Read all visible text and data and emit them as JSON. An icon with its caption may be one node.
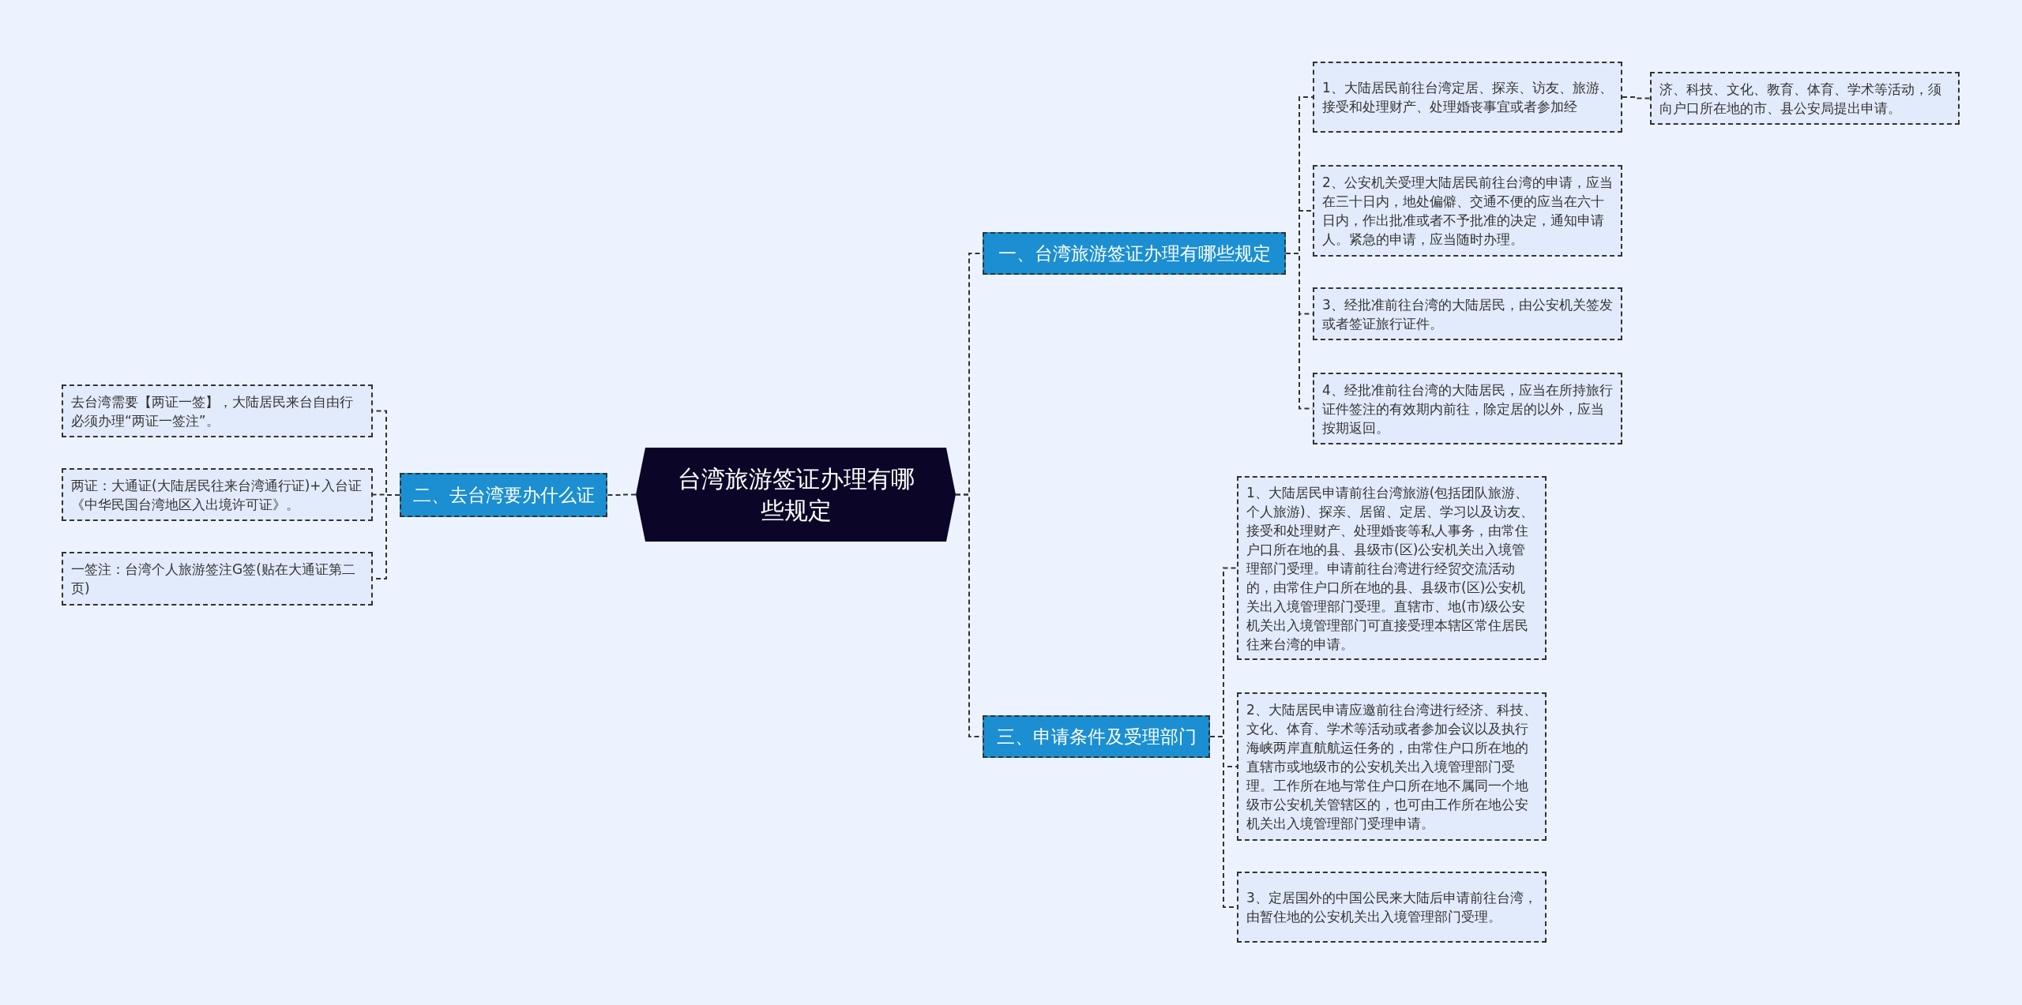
{
  "diagram": {
    "nodes": [
      {
        "text": [
          "台湾旅游签证办理有哪些规定"
        ]
      },
      {
        "text": [
          "一、台湾旅游签证办理有哪些规定"
        ]
      },
      {
        "text": [
          "1、大陆居民前往台湾定居、探亲、访友、旅游、接受和处理财产、处理婚丧事宜或者参加经"
        ]
      },
      {
        "text": [
          "济、科技、文化、教育、体育、学术等活动，须向户口所在地的市、县公安局提出申请。"
        ]
      },
      {
        "text": [
          "2、公安机关受理大陆居民前往台湾的申请，应当在三十日内，地处偏僻、交通不便的应当在六十日内，作出批准或者不予批准的决定，通知申请人。紧急的申请，应当随时办理。"
        ]
      },
      {
        "text": [
          "3、经批准前往台湾的大陆居民，由公安机关签发或者签证旅行证件。"
        ]
      },
      {
        "text": [
          "4、经批准前往台湾的大陆居民，应当在所持旅行证件签注的有效期内前往，除定居的以外，应当按期返回。"
        ]
      },
      {
        "text": [
          "二、去台湾要办什么证"
        ]
      },
      {
        "text": [
          "去台湾需要【两证一签】，大陆居民来台自由行必须办理“两证一签注”。"
        ]
      },
      {
        "text": [
          "两证：大通证(大陆居民往来台湾通行证)+入台证《中华民国台湾地区入出境许可证》。"
        ]
      },
      {
        "text": [
          "一签注：台湾个人旅游签注G签(贴在大通证第二页)"
        ]
      },
      {
        "text": [
          "三、申请条件及受理部门"
        ]
      },
      {
        "text": [
          "1、大陆居民申请前往台湾旅游(包括团队旅游、个人旅游)、探亲、居留、定居、学习以及访友、接受和处理财产、处理婚丧等私人事务，由常住户口所在地的县、县级市(区)公安机关出入境管理部门受理。申请前往台湾进行经贸交流活动的，由常住户口所在地的县、县级市(区)公安机关出入境管理部门受理。直辖市、地(市)级公安机关出入境管理部门可直接受理本辖区常住居民往来台湾的申请。"
        ]
      },
      {
        "text": [
          "2、大陆居民申请应邀前往台湾进行经济、科技、文化、体育、学术等活动或者参加会议以及执行海峡两岸直航航运任务的，由常住户口所在地的直辖市或地级市的公安机关出入境管理部门受理。工作所在地与常住户口所在地不属同一个地级市公安机关管辖区的，也可由工作所在地公安机关出入境管理部门受理申请。"
        ]
      },
      {
        "text": [
          "3、定居国外的中国公民来大陆后申请前往台湾，由暂住地的公安机关出入境管理部门受理。"
        ]
      }
    ],
    "edges": [
      {
        "from": 0,
        "to": 1,
        "arrow": "none"
      },
      {
        "from": 1,
        "to": 2,
        "arrow": "none"
      },
      {
        "from": 2,
        "to": 3,
        "arrow": "none"
      },
      {
        "from": 1,
        "to": 4,
        "arrow": "none"
      },
      {
        "from": 1,
        "to": 5,
        "arrow": "none"
      },
      {
        "from": 1,
        "to": 6,
        "arrow": "none"
      },
      {
        "from": 0,
        "to": 7,
        "arrow": "none"
      },
      {
        "from": 7,
        "to": 8,
        "arrow": "none"
      },
      {
        "from": 7,
        "to": 9,
        "arrow": "none"
      },
      {
        "from": 7,
        "to": 10,
        "arrow": "none"
      },
      {
        "from": 0,
        "to": 11,
        "arrow": "none"
      },
      {
        "from": 11,
        "to": 12,
        "arrow": "none"
      },
      {
        "from": 11,
        "to": 13,
        "arrow": "none"
      },
      {
        "from": 11,
        "to": 14,
        "arrow": "none"
      }
    ]
  }
}
